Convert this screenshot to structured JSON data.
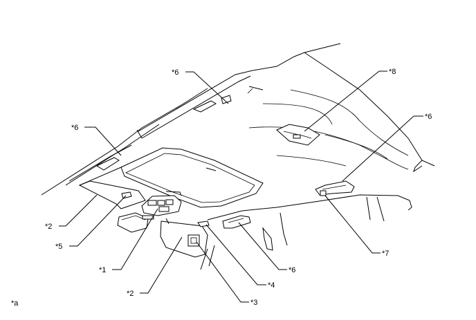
{
  "callouts": [
    {
      "id": "c6a",
      "text": "*6"
    },
    {
      "id": "c6b",
      "text": "*6"
    },
    {
      "id": "c8",
      "text": "*8"
    },
    {
      "id": "c6c",
      "text": "*6"
    },
    {
      "id": "c2a",
      "text": "*2"
    },
    {
      "id": "c5",
      "text": "*5"
    },
    {
      "id": "c1",
      "text": "*1"
    },
    {
      "id": "c2b",
      "text": "*2"
    },
    {
      "id": "c6d",
      "text": "*6"
    },
    {
      "id": "c7",
      "text": "*7"
    },
    {
      "id": "c4",
      "text": "*4"
    },
    {
      "id": "c3",
      "text": "*3"
    }
  ],
  "view_label": "*a"
}
